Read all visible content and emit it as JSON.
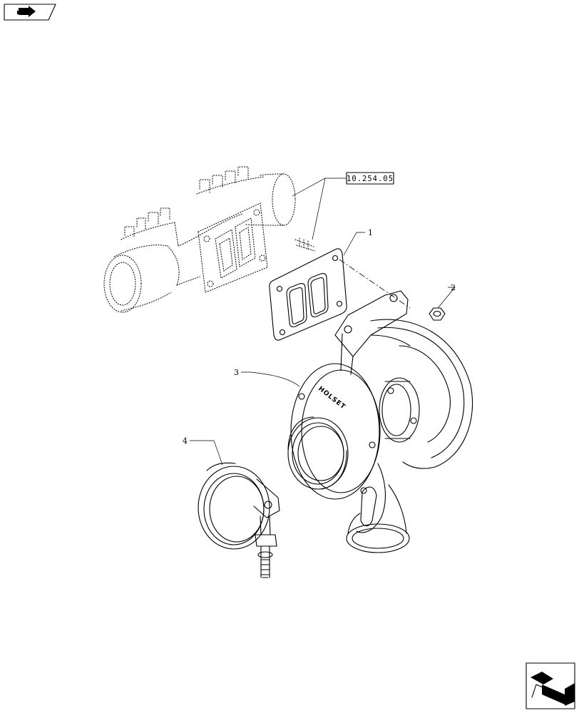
{
  "reference_box": {
    "label": "10.254.05"
  },
  "callouts": [
    {
      "number": "1"
    },
    {
      "number": "2"
    },
    {
      "number": "3"
    },
    {
      "number": "4"
    }
  ],
  "turbo_brand": "HOLSET",
  "icons": {
    "top_left": "prev-page-arrow-icon",
    "bottom_right": "next-page-arrow-icon"
  }
}
